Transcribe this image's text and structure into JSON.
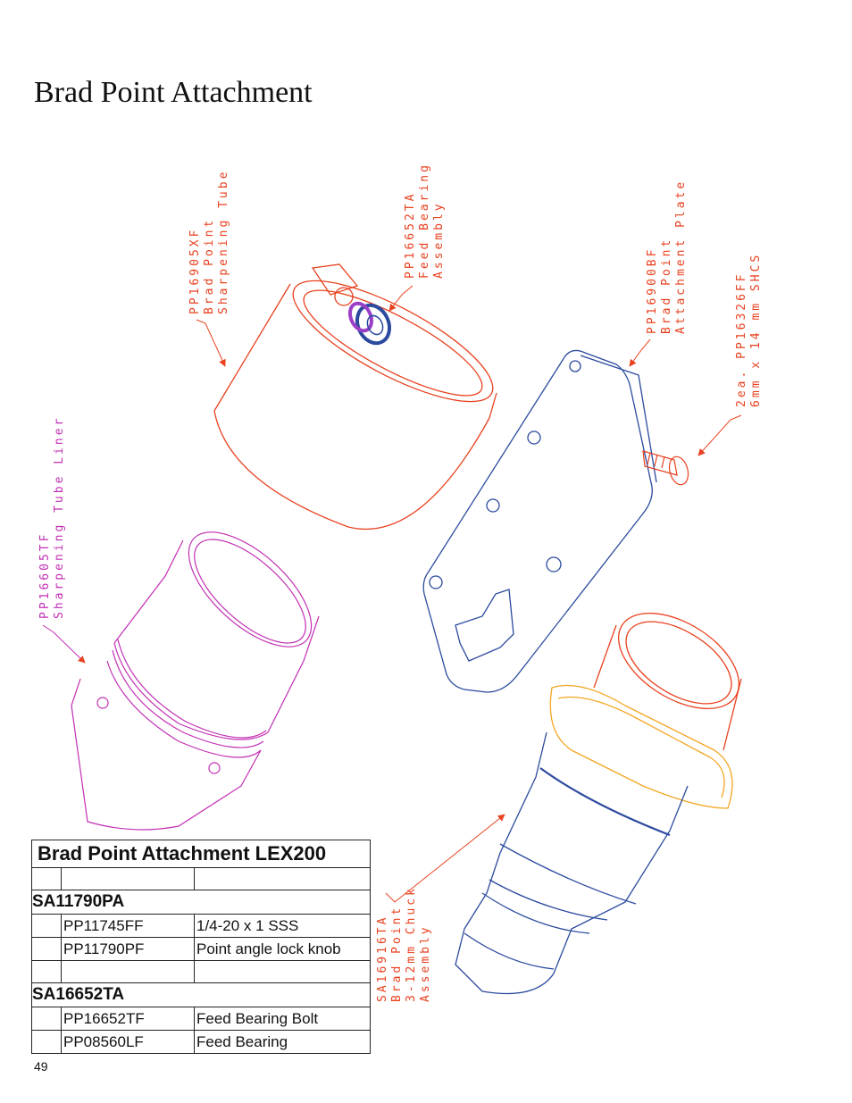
{
  "page": {
    "title": "Brad Point Attachment",
    "page_number": "49"
  },
  "callouts": [
    {
      "id": "sharpening-tube",
      "lines": [
        "PP16905XF",
        "Brad Point",
        "Sharpening Tube"
      ]
    },
    {
      "id": "feed-bearing",
      "lines": [
        "PP16652TA",
        "Feed Bearing",
        "Assembly"
      ]
    },
    {
      "id": "attachment-plate",
      "lines": [
        "PP16900BF",
        "Brad Point",
        "Attachment Plate"
      ]
    },
    {
      "id": "shcs",
      "lines": [
        "2ea. PP16326FF",
        "6mm x 14 mm SHCS"
      ]
    },
    {
      "id": "tube-liner",
      "lines": [
        "PP16605TF",
        "Sharpening Tube Liner"
      ]
    },
    {
      "id": "chuck-assembly",
      "lines": [
        "SA16916TA",
        "Brad Point",
        "3-12mm Chuck",
        "Assembly"
      ]
    }
  ],
  "parts_table": {
    "title": "Brad Point Attachment LEX200",
    "groups": [
      {
        "name": "SA11790PA",
        "rows": [
          {
            "part": "PP11745FF",
            "description": "1/4-20 x 1 SSS"
          },
          {
            "part": "PP11790PF",
            "description": "Point angle lock knob"
          }
        ]
      },
      {
        "name": "SA16652TA",
        "rows": [
          {
            "part": "PP16652TF",
            "description": "Feed Bearing Bolt"
          },
          {
            "part": "PP08560LF",
            "description": "Feed Bearing"
          }
        ]
      }
    ]
  },
  "colors": {
    "sharpening_tube": "#e8411f",
    "tube_liner": "#c22fb4",
    "attachment_plate": "#2b4a9e",
    "chuck_body": "#2b4a9e",
    "chuck_collar": "#f4a623",
    "chuck_top": "#e8411f"
  }
}
